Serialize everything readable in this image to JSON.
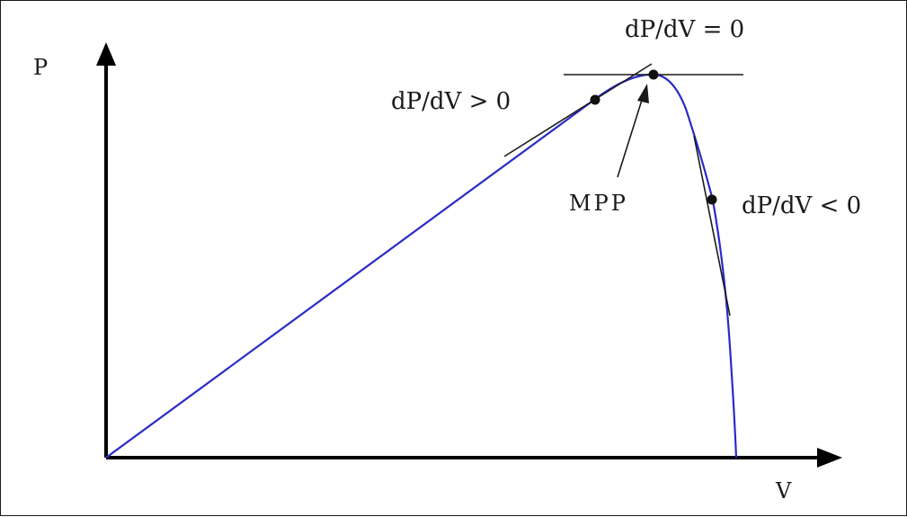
{
  "axes": {
    "y_label": "P",
    "x_label": "V"
  },
  "labels": {
    "top": "dP/dV = 0",
    "left": "dP/dV > 0",
    "right": "dP/dV < 0",
    "mpp": "MPP"
  },
  "colors": {
    "curve": "#2b2bc8",
    "axis": "#000000",
    "tangent": "#1a1a1a",
    "text": "#1a1a1a"
  }
}
